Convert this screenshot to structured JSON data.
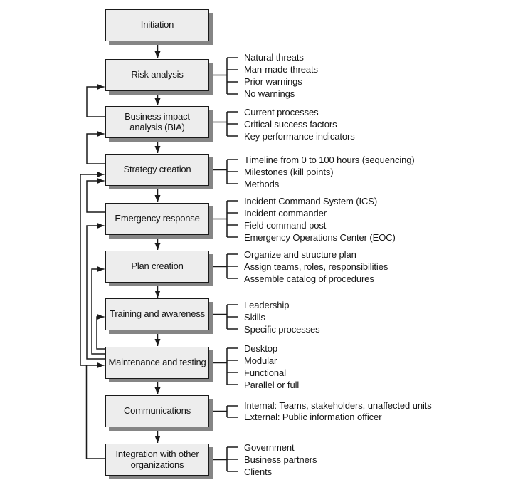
{
  "diagram": {
    "type": "flowchart",
    "flow_direction": "top-to-bottom",
    "colors": {
      "background": "#ffffff",
      "box_fill": "#ededed",
      "box_border": "#1a1a1a",
      "box_shadow": "#858585",
      "line": "#1a1a1a",
      "text": "#141414"
    },
    "steps": [
      {
        "label": "Initiation",
        "items": []
      },
      {
        "label": "Risk analysis",
        "items": [
          "Natural threats",
          "Man-made threats",
          "Prior warnings",
          "No warnings"
        ]
      },
      {
        "label": "Business impact analysis (BIA)",
        "items": [
          "Current processes",
          "Critical success factors",
          "Key performance indicators"
        ]
      },
      {
        "label": "Strategy creation",
        "items": [
          "Timeline from 0 to 100 hours (sequencing)",
          "Milestones (kill points)",
          "Methods"
        ]
      },
      {
        "label": "Emergency response",
        "items": [
          "Incident Command System (ICS)",
          "Incident commander",
          "Field command post",
          "Emergency Operations Center (EOC)"
        ]
      },
      {
        "label": "Plan creation",
        "items": [
          "Organize and structure plan",
          "Assign teams, roles, responsibilities",
          "Assemble catalog of procedures"
        ]
      },
      {
        "label": "Training and awareness",
        "items": [
          "Leadership",
          "Skills",
          "Specific processes"
        ]
      },
      {
        "label": "Maintenance and testing",
        "items": [
          "Desktop",
          "Modular",
          "Functional",
          "Parallel or full"
        ]
      },
      {
        "label": "Communications",
        "items": [
          "Internal: Teams, stakeholders, unaffected units",
          "External: Public information officer"
        ]
      },
      {
        "label": "Integration with other organizations",
        "items": [
          "Government",
          "Business partners",
          "Clients"
        ]
      }
    ],
    "forward_edges": [
      {
        "from": "Initiation",
        "to": "Risk analysis"
      },
      {
        "from": "Risk analysis",
        "to": "Business impact analysis (BIA)"
      },
      {
        "from": "Business impact analysis (BIA)",
        "to": "Strategy creation"
      },
      {
        "from": "Strategy creation",
        "to": "Emergency response"
      },
      {
        "from": "Emergency response",
        "to": "Plan creation"
      },
      {
        "from": "Plan creation",
        "to": "Training and awareness"
      },
      {
        "from": "Training and awareness",
        "to": "Maintenance and testing"
      },
      {
        "from": "Maintenance and testing",
        "to": "Communications"
      },
      {
        "from": "Communications",
        "to": "Integration with other organizations"
      }
    ],
    "feedback_edges": [
      {
        "from": "Business impact analysis (BIA)",
        "to": "Risk analysis"
      },
      {
        "from": "Strategy creation",
        "to": "Business impact analysis (BIA)"
      },
      {
        "from": "Emergency response",
        "to": "Strategy creation"
      },
      {
        "from": "Maintenance and testing",
        "to": "Emergency response"
      },
      {
        "from": "Maintenance and testing",
        "to": "Plan creation"
      },
      {
        "from": "Maintenance and testing",
        "to": "Training and awareness"
      },
      {
        "from": "Integration with other organizations",
        "to": "Maintenance and testing"
      },
      {
        "from": "Integration with other organizations",
        "to": "Strategy creation"
      }
    ]
  }
}
